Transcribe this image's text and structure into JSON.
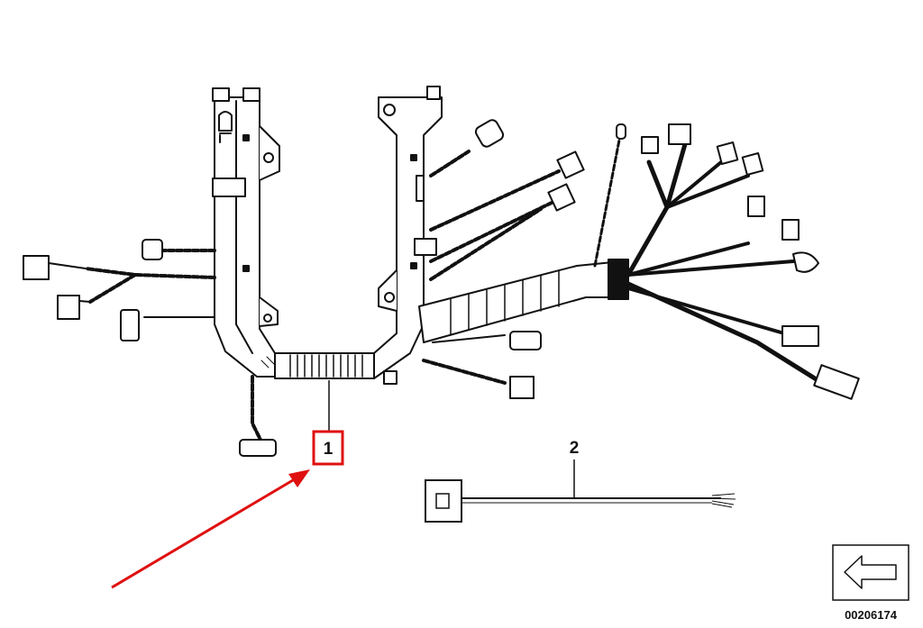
{
  "diagram": {
    "part_labels": [
      {
        "id": "1",
        "text": "1",
        "highlighted": true,
        "highlight_color": "#e01010"
      },
      {
        "id": "2",
        "text": "2",
        "highlighted": false
      }
    ],
    "document_number": "00206174",
    "colors": {
      "line": "#111111",
      "highlight": "#e01010",
      "background": "#ffffff"
    },
    "icons": [
      "back-arrow-icon"
    ]
  }
}
